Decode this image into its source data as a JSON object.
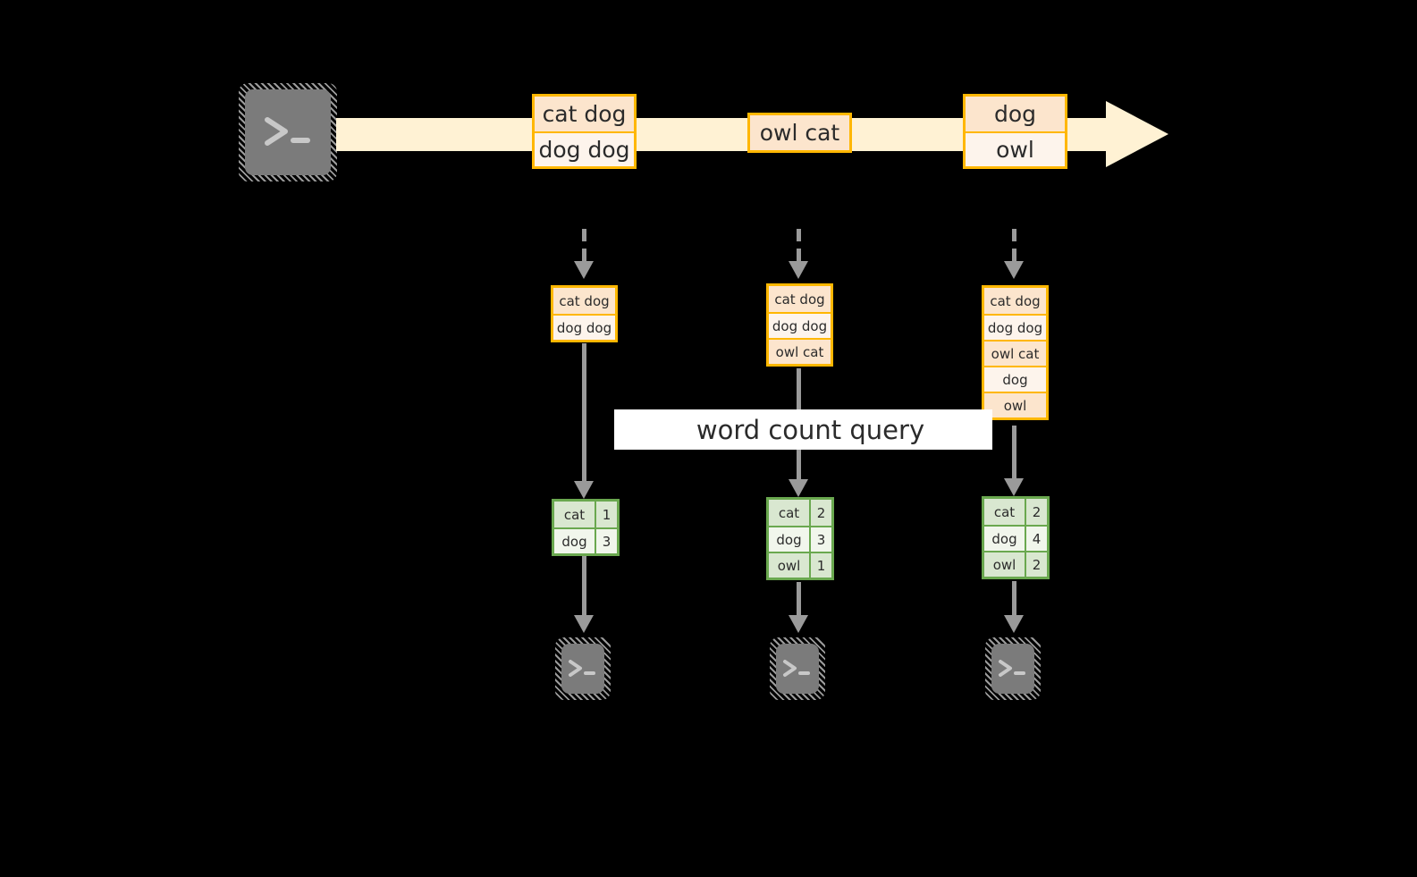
{
  "diagram": {
    "title": "word count streaming query",
    "colors": {
      "background": "#000000",
      "stream_fill": "#fff2d4",
      "record_border": "#ffb700",
      "record_fill_dark": "#fce5cd",
      "record_fill_light": "#fdf4ec",
      "table_border": "#6aa84f",
      "table_fill_dark": "#d9e7d0",
      "table_fill_light": "#f1f6ec",
      "connector": "#9a9a9a",
      "terminal_face": "#7b7b7b",
      "banner_background": "#ffffff",
      "text": "#2b2b2b"
    }
  },
  "source": {
    "icon": "terminal-icon",
    "glyph": ">_"
  },
  "stream": {
    "icon": "right-arrow-band",
    "batches": [
      {
        "id": "batch-1",
        "lines": [
          "cat dog",
          "dog dog"
        ]
      },
      {
        "id": "batch-2",
        "lines": [
          "owl cat"
        ]
      },
      {
        "id": "batch-3",
        "lines": [
          "dog",
          "owl"
        ]
      }
    ]
  },
  "query": {
    "label": "word count query"
  },
  "pipelines": [
    {
      "id": "trigger-1",
      "input_rows": [
        "cat dog",
        "dog dog"
      ],
      "result": {
        "rows": [
          {
            "word": "cat",
            "count": "1"
          },
          {
            "word": "dog",
            "count": "3"
          }
        ]
      },
      "sink": {
        "icon": "terminal-icon",
        "glyph": ">_"
      }
    },
    {
      "id": "trigger-2",
      "input_rows": [
        "cat dog",
        "dog dog",
        "owl cat"
      ],
      "result": {
        "rows": [
          {
            "word": "cat",
            "count": "2"
          },
          {
            "word": "dog",
            "count": "3"
          },
          {
            "word": "owl",
            "count": "1"
          }
        ]
      },
      "sink": {
        "icon": "terminal-icon",
        "glyph": ">_"
      }
    },
    {
      "id": "trigger-3",
      "input_rows": [
        "cat dog",
        "dog dog",
        "owl cat",
        "dog",
        "owl"
      ],
      "result": {
        "rows": [
          {
            "word": "cat",
            "count": "2"
          },
          {
            "word": "dog",
            "count": "4"
          },
          {
            "word": "owl",
            "count": "2"
          }
        ]
      },
      "sink": {
        "icon": "terminal-icon",
        "glyph": ">_"
      }
    }
  ]
}
